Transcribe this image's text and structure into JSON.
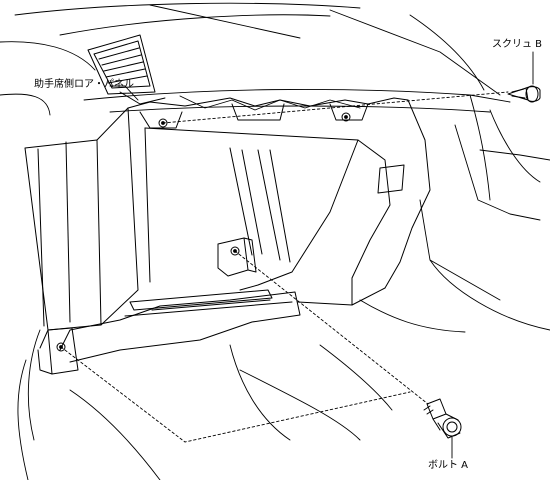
{
  "labels": {
    "panel": "助手席側ロア・パネル",
    "screw": "スクリュ B",
    "bolt": "ボルト A"
  },
  "colors": {
    "line": "#000000",
    "background": "#ffffff"
  }
}
